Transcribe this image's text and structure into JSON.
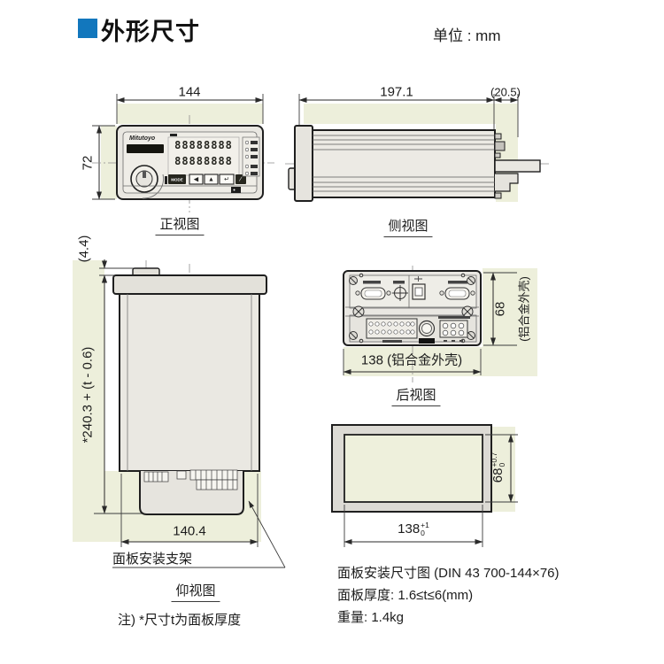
{
  "header": {
    "title": "外形尺寸",
    "unit": "单位 : mm",
    "accent_blue": "#1277bd",
    "band_color": "#edefdb"
  },
  "front_view": {
    "caption": "正视图",
    "dim_width": "144",
    "dim_height": "72",
    "brand": "Mitutoyo",
    "display_row1": "88888888",
    "display_row2": "88888888",
    "buttons": [
      "MODE",
      "◀",
      "▲",
      "↵",
      "∕"
    ]
  },
  "side_view": {
    "caption": "侧视图",
    "dim_depth": "197.1",
    "dim_protrusion": "(20.5)"
  },
  "bottom_view": {
    "caption": "仰视图",
    "dim_bump": "(4.4)",
    "dim_total": "*240.3 + (t - 0.6)",
    "dim_width": "140.4",
    "bracket_label": "面板安装支架",
    "note": "注) *尺寸t为面板厚度"
  },
  "rear_view": {
    "caption": "后视图",
    "dim_width": "138 (铝合金外壳)",
    "dim_height": "68",
    "dim_height_note": "(铝合金外壳)"
  },
  "panel_cutout": {
    "caption": "面板安装尺寸图 (DIN 43 700-144×76)",
    "dim_width": "138",
    "dim_width_tol_sup": "+1",
    "dim_width_tol_sub": "0",
    "dim_height": "68",
    "dim_height_tol_sup": "+0.7",
    "dim_height_tol_sub": "0",
    "thickness_label": "面板厚度: 1.6≤t≤6(mm)",
    "weight_label": "重量: 1.4kg"
  }
}
